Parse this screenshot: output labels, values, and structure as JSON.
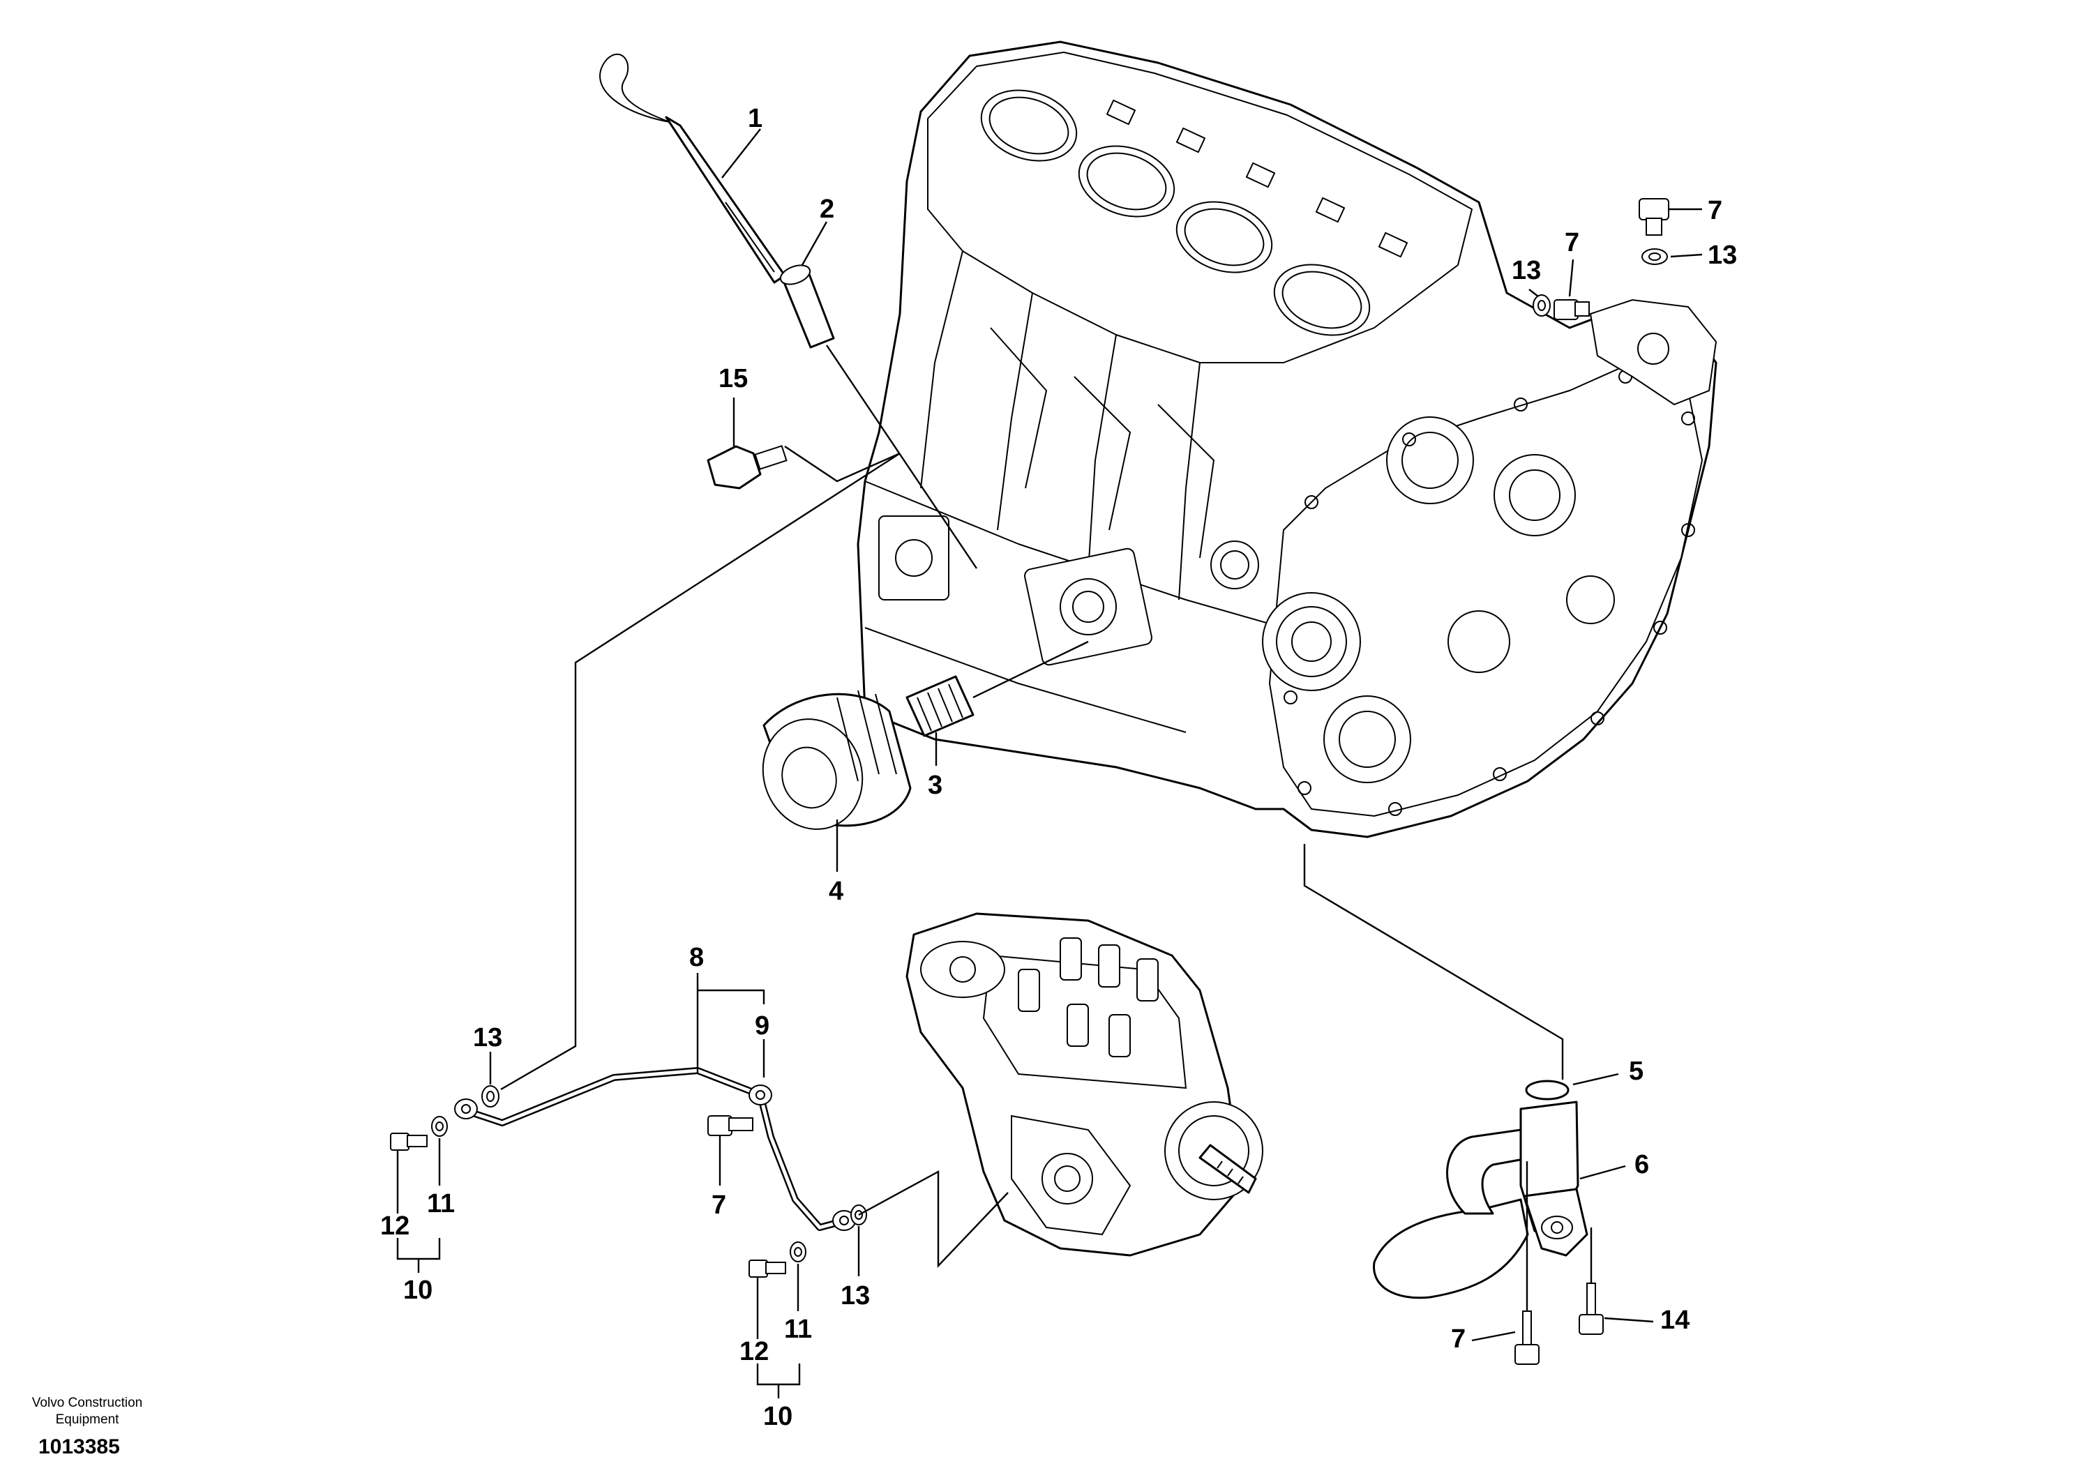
{
  "footer": {
    "brand_line1": "Volvo Construction",
    "brand_line2": "Equipment",
    "doc_id": "1013385"
  },
  "callouts": {
    "c1": "1",
    "c2": "2",
    "c3": "3",
    "c4": "4",
    "c5": "5",
    "c6": "6",
    "c7_top_right": "7",
    "c7_upper": "7",
    "c7_pipe": "7",
    "c7_bottom": "7",
    "c8": "8",
    "c9": "9",
    "c10_left": "10",
    "c10_bottom": "10",
    "c11_left": "11",
    "c11_bottom": "11",
    "c12_left": "12",
    "c12_bottom": "12",
    "c13_top_right": "13",
    "c13_upper": "13",
    "c13_pipe_left": "13",
    "c13_pipe_right": "13",
    "c14": "14",
    "c15": "15"
  },
  "parts": {
    "engine_block": "engine-block",
    "injection_pump": "fuel-injection-pump",
    "oil_filter": "oil-filter",
    "oil_strainer": "oil-strainer"
  }
}
